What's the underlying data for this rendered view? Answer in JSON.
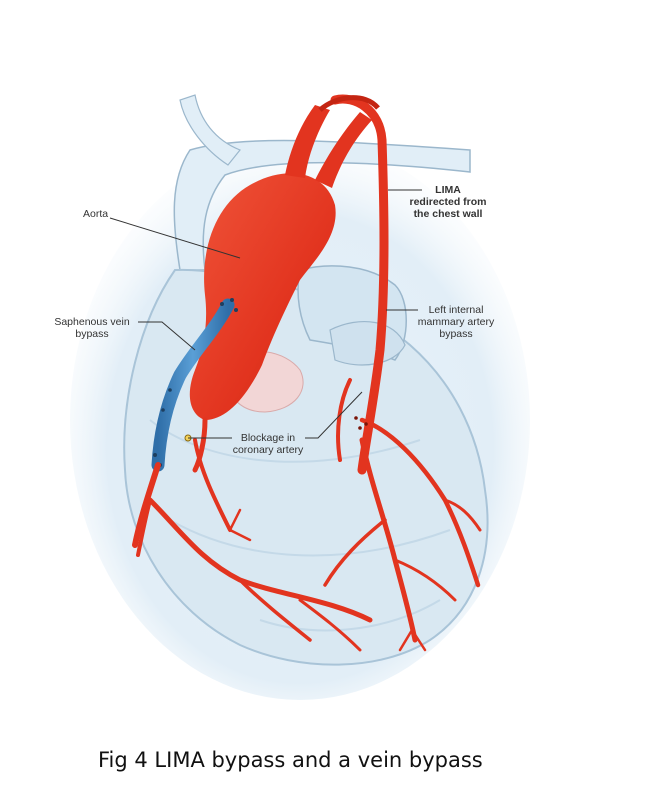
{
  "labels": {
    "aorta": "Aorta",
    "lima_line1": "LIMA",
    "lima_line2": "redirected from",
    "lima_line3": "the chest wall",
    "svb_line1": "Saphenous vein",
    "svb_line2": "bypass",
    "lima_bypass_line1": "Left internal",
    "lima_bypass_line2": "mammary artery",
    "lima_bypass_line3": "bypass",
    "blockage_line1": "Blockage in",
    "blockage_line2": "coronary artery"
  },
  "caption": "Fig 4 LIMA bypass and a vein bypass",
  "colors": {
    "artery": "#e2341f",
    "artery_dark": "#b8230f",
    "vein": "#3f86c4",
    "heart_fill": "#d9e8f2",
    "heart_edge": "#a9c4d8",
    "vessel_pale": "#e1eef7",
    "pale_outline": "#9bb7cc"
  }
}
